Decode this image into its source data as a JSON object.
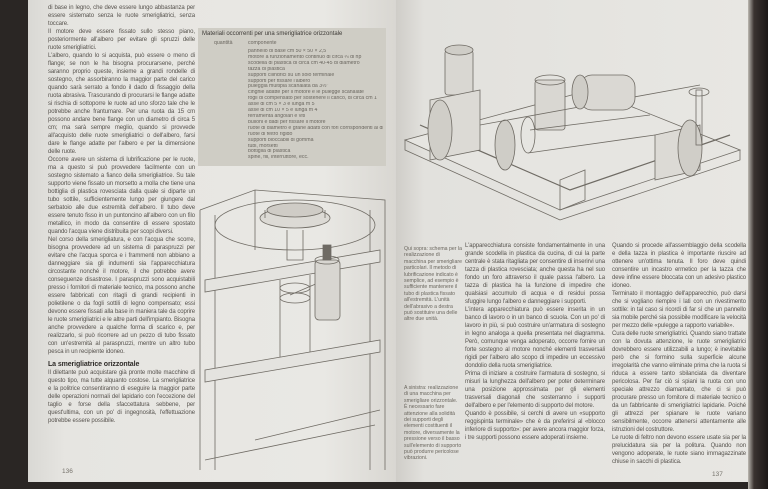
{
  "left_page": {
    "page_number": "136",
    "paragraphs": [
      "di base in legno, che deve essere lungo abbastanza per essere sistemato senza le ruote smerigliatrici, senza toccare.",
      "Il motore deve essere fissato sullo stesso piano, posteriormente all'albero per evitare gli spruzzi delle ruote smerigliatrici.",
      "L'albero, quando lo si acquista, può essere o meno di flange; se non le ha bisogna procurarsene, perché saranno proprio queste, insieme a grandi rondelle di sostegno, che assorbiranno la maggior parte del carico quando sarà serrato a fondo il dado di fissaggio della ruota abrasiva. Trascurando di procurarsi le flange adatte si rischia di sottoporre le ruote ad uno sforzo tale che le potrebbe anche frantumare. Per una ruota da 15 cm possono andare bene flange con un diametro di circa 5 cm; ma sarà sempre meglio, quando si provvede all'acquisto delle ruote smerigliatrici o dell'albero, farsi dare le flange adatte per l'albero e per la dimensione delle ruote.",
      "Occorre avere un sistema di lubrificazione per le ruote, ma a questo si può provvedere facilmente con un sostegno sistemato a fianco della smerigliatrice. Su tale supporto viene fissato un morsetto a molla che tiene una bottiglia di plastica rovesciata dalla quale si diparte un tubo sottile, sufficientemente lungo per giungere dal serbatoio alle due estremità dell'albero. Il tubo deve essere tenuto fisso in un puntoncino all'albero con un filo metallico, in modo da consentire di essere spostato quando l'acqua viene distribuita per scopi diversi.",
      "Nel corso della smerigliatura, e con l'acqua che scorre, bisogna provvedere ad un sistema di paraspruzzi per evitare che l'acqua sporca e i frammenti non abbiano a danneggiare sia gli indumenti sia l'apparecchiatura circostante nonché il motore, il che potrebbe avere conseguenze disastrose. I paraspruzzi sono acquistabili presso i fornitori di materiale tecnico, ma possono anche essere fabbricati con ritagli di grandi recipienti in polietilene o da fogli sottili di legno compensato; essi devono essere fissati alla base in maniera tale da coprire le ruote smerigliatrici e le altre parti dell'impianto. Bisogna anche provvedere a qualche forma di scarico e, per realizzarlo, si può ricorrere ad un pezzo di tubo fissato con un'estremità al paraspruzzi, mentre un altro tubo pesca in un recipiente idoneo."
    ],
    "section_heading": "La smerigliatrice orizzontale",
    "section_paragraph": "Il dilettante può acquistare già pronte molte macchine di questo tipo, ma tutte alquanto costose. La smerigliatrice e la politrice consentiranno di eseguire la maggior parte delle operazioni normali del lapidario con l'eccezione del taglio e forse della sfaccettatura sebbene, per quest'ultima, con un po' di ingegnosità, l'effettuazione potrebbe essere possibile."
  },
  "materials_table": {
    "title": "Materiali occorrenti per una smerigliatrice orizzontale",
    "header_quantity": "quantità",
    "header_component": "componente",
    "items": [
      "pannello di base cm 50 × 50 × 2,5",
      "motore a funzionamento continuo di circa ¼ di hp",
      "scodella di plastica di circa cm 40-45 di diametro",
      "tazza di plastica",
      "supporti cilindrici su un solo terminale",
      "supporti per fissare l'albero",
      "puleggia multipla scanalata da 3½\"",
      "cinghie adatte per il motore e le pulegge scanalate",
      "fogli di compensato per sostenere il carico, di circa cm 1",
      "asse di cm 5 × 3 e lunga m 5",
      "asse di cm 10 × 5 e lunga m 4",
      "ferramenta angolari e viti",
      "bulloni e dadi per fissare il motore",
      "ruote di diametro e grane adatti con fori corrispondenti al diametro dell'albero",
      "ruote di feltro rigido",
      "supporti bloccabili di gomma",
      "tubi, morsetti",
      "bottiglia di plastica",
      "spine, fili, interruttore, ecc."
    ]
  },
  "right_page": {
    "page_number": "137",
    "caption_top": "Qui sopra: schema per la realizzazione di macchina per smerigliare particolari. Il metodo di lubrificazione indicato è semplice, ad esempio è sufficiente mantenere il tubo di plastica fissato all'estremità. L'unità dell'abrasivo a destra può sostituire una delle altre due unità.",
    "caption_bottom": "A sinistra: realizzazione di una macchina per smerigliare orizzontale. È necessario fare attenzione alla solidità dei supporti degli elementi costituenti il motore, diversamente la pressione verso il basso sull'elemento di supporto può produrre pericolose vibrazioni.",
    "column1": [
      "L'apparecchiatura consiste fondamentalmente in una grande scodella in plastica da cucina, di cui la parte centrale è stata ritagliata per consentire di inserirvi una tazza di plastica rovesciata; anche questa ha nel suo fondo un foro attraverso il quale passa l'albero. La tazza di plastica ha la funzione di impedire che qualsiasi accumulo di acqua e di residui possa sfuggire lungo l'albero e danneggiare i supporti.",
      "L'intera apparecchiatura può essere inserita in un banco di lavoro o in un banco di scuola. Con un po' di lavoro in più, si può costruire un'armatura di sostegno in legno analoga a quella presentata nel diagramma. Però, comunque venga adoperato, occorre fornire un forte sostegno al motore nonché elementi trasversali rigidi per l'albero allo scopo di impedire un eccessivo dondolio della ruota smerigliatrice.",
      "Prima di iniziare a costruire l'armatura di sostegno, si misuri la lunghezza dell'albero per poter determinare una posizione approssimata per gli elementi trasversali diagonali che sosterranno i supporti dell'albero e per l'elemento di supporto del motore.",
      "Quando è possibile, si cerchi di avere un «supporto reggispinta terminale» che è da preferirsi al «blocco inferiore di supporto»: per avere ancora maggior forza, i tre supporti possono essere adoperati insieme."
    ],
    "column2": [
      "Quando si procede all'assemblaggio della scodella e della tazza in plastica è importante riuscire ad ottenere un'ottima tenuta. Il foro deve quindi consentire un incastro ermetico per la tazza che deve infine essere bloccata con un adesivo plastico idoneo.",
      "Terminato il montaggio dell'apparecchio, può darsi che si vogliano riempire i lati con un rivestimento sottile: in tal caso si ricordi di far sì che un pannello sia mobile perché sia possibile modificare la velocità per mezzo delle «pulegge a rapporto variabile».",
      "Cura delle ruote smerigliatrici. Quando siano trattate con la dovuta attenzione, le ruote smerigliatrici dovrebbero essere utilizzabili a lungo; è inevitabile però che si formino sulla superficie alcune irregolarità che vanno eliminate prima che la ruota si riduca a essere tanto sbilanciata da diventare pericolosa. Per far ciò si spiani la ruota con uno speciale attrezzo diamantato, che ci si può procurare presso un fornitore di materiale tecnico o da un fabbricante di smerigliatrici lapidarie. Poiché gli attrezzi per spianare le ruote variano sensibilmente, occorre attenersi attentamente alle istruzioni del costruttore.",
      "Le ruote di feltro non devono essere usate sia per la prelucidatura sia per la politura. Quando non vengono adoperate, le ruote siano immagazzinate chiuse in sacchi di plastica."
    ]
  },
  "colors": {
    "background": "#2a2624",
    "paper": "#e8e7e3",
    "table_fill": "#cfcdc5",
    "ink": "#57534e"
  }
}
